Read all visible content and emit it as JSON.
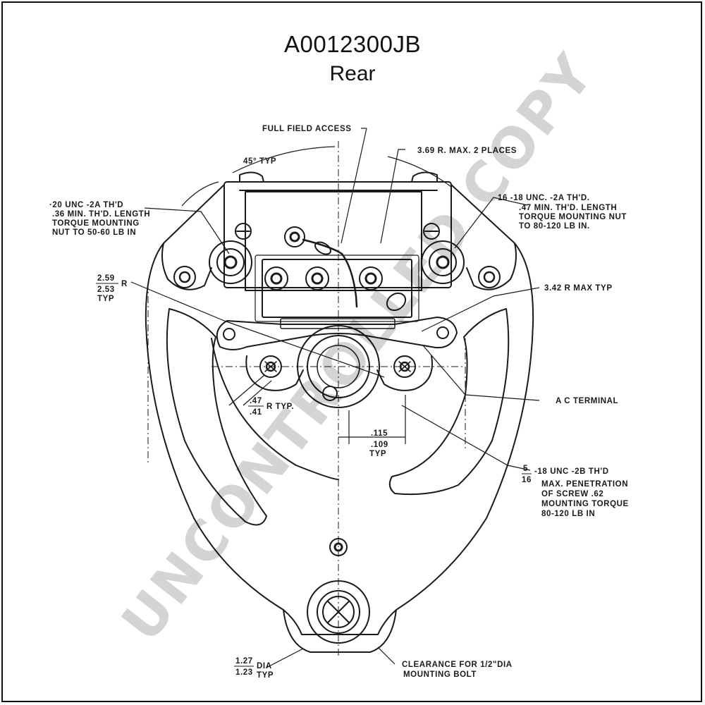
{
  "title": "A0012300JB",
  "subtitle": "Rear",
  "watermark": "UNCONTROLLED COPY",
  "labels": {
    "full_field_access": "FULL FIELD ACCESS",
    "r369": "3.69 R. MAX. 2 PLACES",
    "angle45": "45° TYP",
    "left_thread_1": "·20 UNC -2A TH'D",
    "left_thread_2": ".36 MIN. TH'D. LENGTH",
    "left_thread_3": "TORQUE MOUNTING",
    "left_thread_4": "NUT TO 50-60 LB IN",
    "right_thread_1": "16 -18 UNC. -2A TH'D.",
    "right_thread_2": ".47 MIN. TH'D. LENGTH",
    "right_thread_3": "TORQUE MOUNTING NUT",
    "right_thread_4": "TO 80-120 LB IN.",
    "r259_top": "2.59",
    "r259_bot": "2.53",
    "r259_r": "R",
    "r259_typ": "TYP",
    "r342": "3.42 R MAX TYP",
    "ac_terminal": "A C TERMINAL",
    "r47_top": ".47",
    "r47_bot": ".41",
    "r47_rtyp": "R TYP.",
    "d115_top": ".115",
    "d115_bot": ".109",
    "d115_typ": "TYP",
    "screw_frac_top": "5",
    "screw_frac_bot": "16",
    "screw_1": "-18 UNC -2B TH'D",
    "screw_2": "MAX. PENETRATION",
    "screw_3": "OF SCREW .62",
    "screw_4": "MOUNTING TORQUE",
    "screw_5": "80-120 LB IN",
    "dia_top": "1.27",
    "dia_bot": "1.23",
    "dia_dia": "DIA",
    "dia_typ": "TYP",
    "clear_1": "CLEARANCE FOR 1/2\"DIA",
    "clear_2": "MOUNTING BOLT"
  }
}
